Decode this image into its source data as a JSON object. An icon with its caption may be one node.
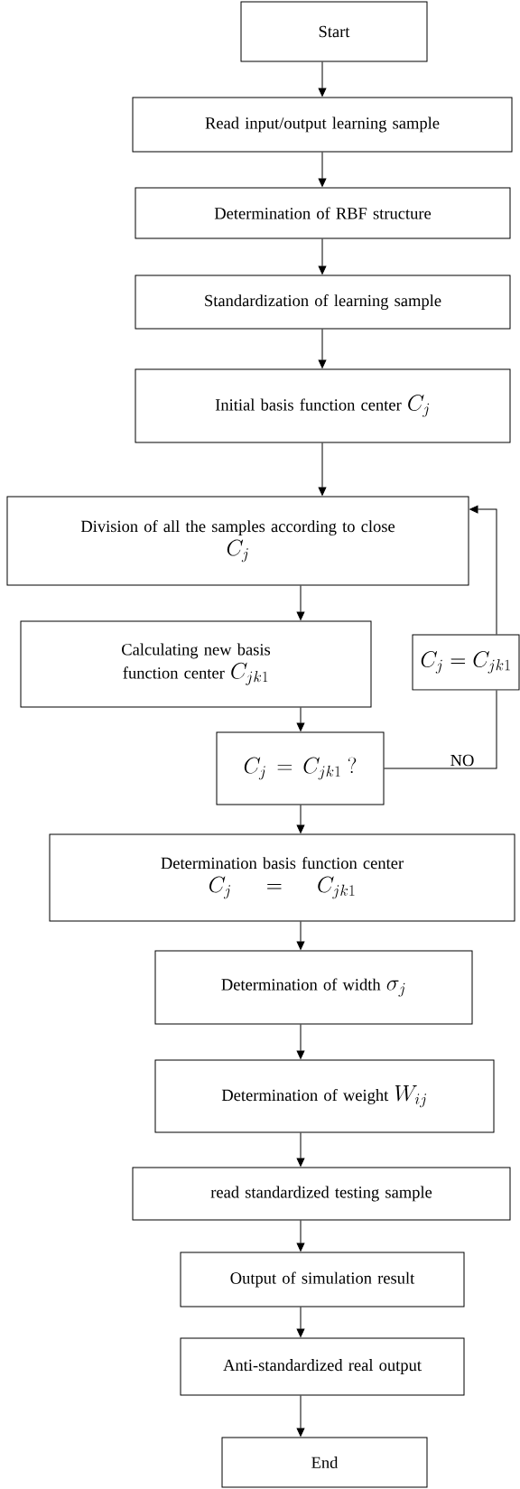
{
  "diagram": {
    "nodes": [
      {
        "text": [
          "Start"
        ]
      },
      {
        "text": [
          "Read input/output learning sample"
        ]
      },
      {
        "text": [
          "Determination of RBF structure"
        ]
      },
      {
        "text": [
          "Standardization of learning sample"
        ]
      },
      {
        "text": [
          "Initial basis function center",
          "C_{j}"
        ]
      },
      {
        "text": [
          "Division of all the samples according to close",
          "C_{j}"
        ]
      },
      {
        "text": [
          "Calculating new basis function center",
          "C_{jk1}"
        ]
      },
      {
        "text": [
          "C_{j} = C_{jk1}"
        ]
      },
      {
        "text": [
          "C_{j} = C_{jk1}\\ ?"
        ]
      },
      {
        "text": [
          "Determination basis function center",
          "C_{j} = C_{jk1}"
        ]
      },
      {
        "text": [
          "Determination of width",
          "\\sigma_{j}"
        ]
      },
      {
        "text": [
          "Determination of weight",
          "W_{ij}"
        ]
      },
      {
        "text": [
          "read standardized testing sample"
        ]
      },
      {
        "text": [
          "Output of simulation result"
        ]
      },
      {
        "text": [
          "Anti-standardized real output"
        ]
      },
      {
        "text": [
          "End"
        ]
      }
    ],
    "edges": [
      {
        "from": 0,
        "to": 1,
        "arrow": "to"
      },
      {
        "from": 1,
        "to": 2,
        "arrow": "to"
      },
      {
        "from": 2,
        "to": 3,
        "arrow": "to"
      },
      {
        "from": 3,
        "to": 4,
        "arrow": "to"
      },
      {
        "from": 4,
        "to": 5,
        "arrow": "to"
      },
      {
        "from": 5,
        "to": 6,
        "arrow": "to"
      },
      {
        "from": 6,
        "to": 8,
        "arrow": "to"
      },
      {
        "from": 8,
        "to": 7,
        "arrow": "none",
        "label": "NO"
      },
      {
        "from": 7,
        "to": 5,
        "arrow": "to"
      },
      {
        "from": 8,
        "to": 9,
        "arrow": "to"
      },
      {
        "from": 9,
        "to": 10,
        "arrow": "to"
      },
      {
        "from": 10,
        "to": 11,
        "arrow": "to"
      },
      {
        "from": 11,
        "to": 12,
        "arrow": "to"
      },
      {
        "from": 12,
        "to": 13,
        "arrow": "to"
      },
      {
        "from": 13,
        "to": 14,
        "arrow": "to"
      },
      {
        "from": 14,
        "to": 15,
        "arrow": "to"
      }
    ]
  }
}
